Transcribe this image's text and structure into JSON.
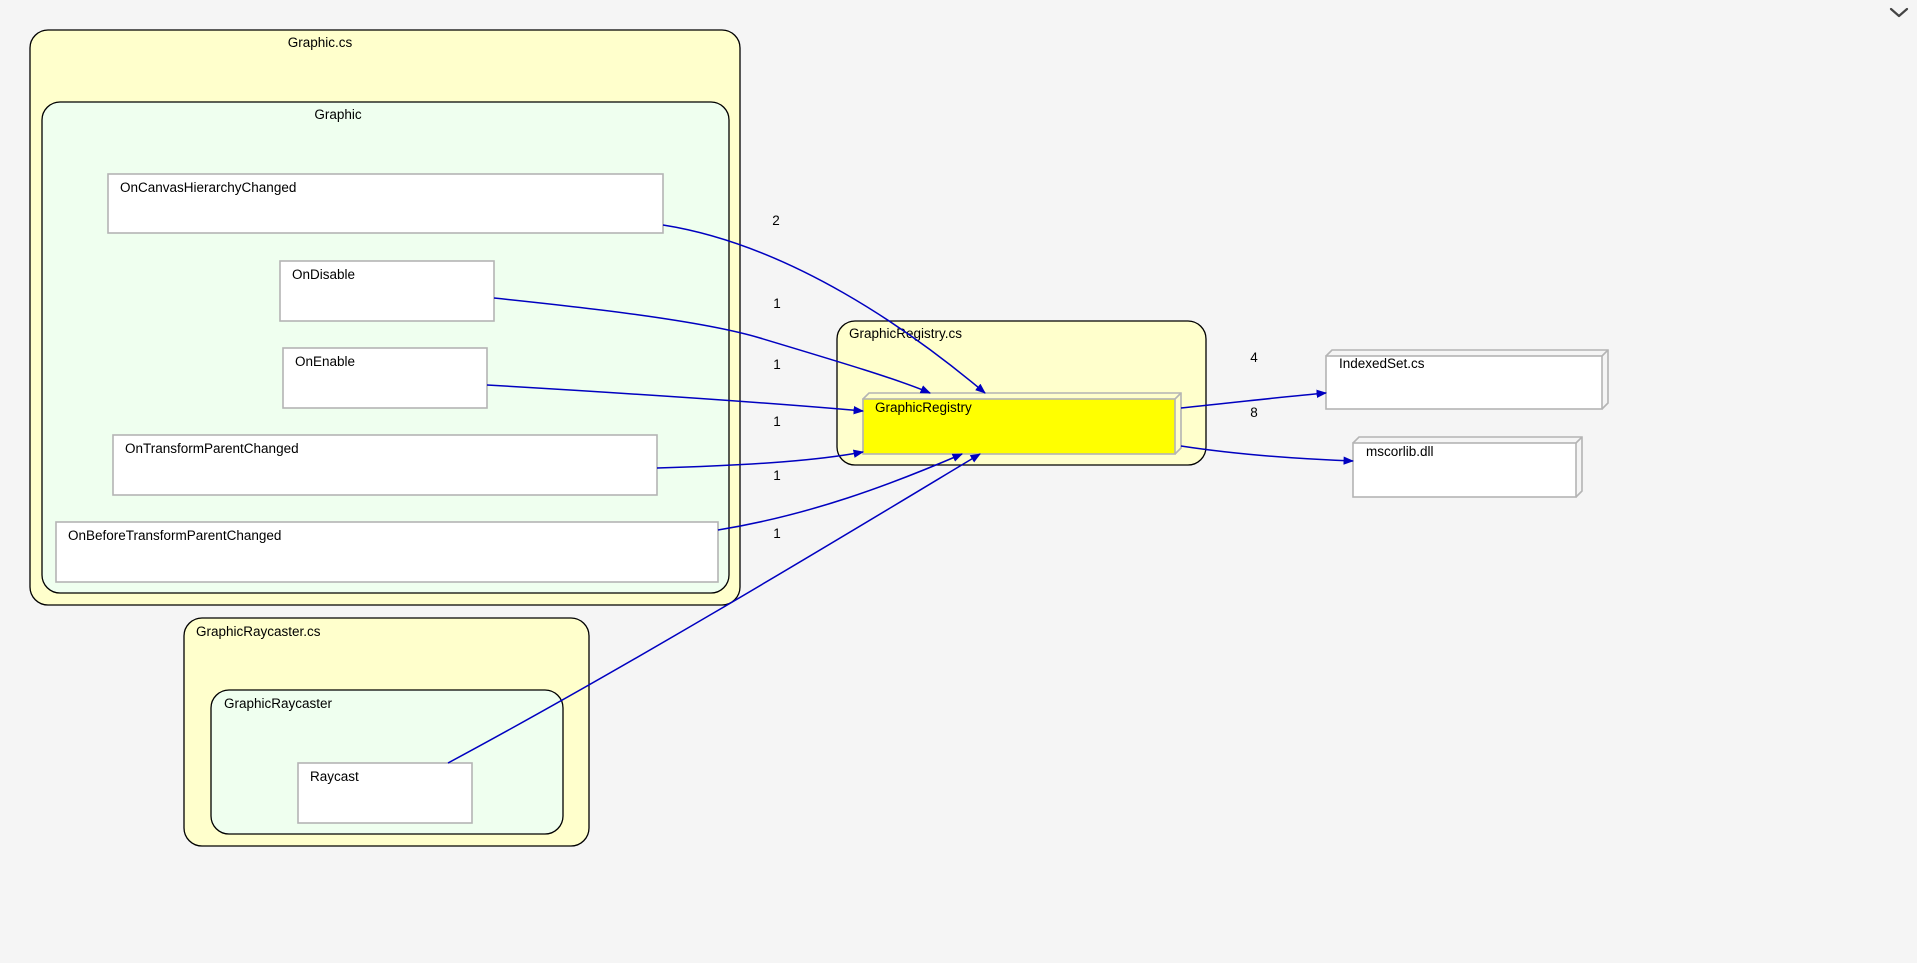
{
  "colors": {
    "background": "#f5f5f5",
    "file_fill": "#ffffcc",
    "class_fill": "#efffef",
    "member_fill": "#ffffff",
    "highlight_fill": "#ffff00",
    "edge": "#0000c0"
  },
  "icons": {
    "collapse": "chevron-down-icon"
  },
  "files": {
    "graphic_cs": "Graphic.cs",
    "graphic_raycaster_cs": "GraphicRaycaster.cs",
    "graphic_registry_cs": "GraphicRegistry.cs"
  },
  "classes": {
    "graphic": "Graphic",
    "graphic_raycaster": "GraphicRaycaster",
    "graphic_registry": "GraphicRegistry"
  },
  "members": {
    "on_canvas_hierarchy_changed": "OnCanvasHierarchyChanged",
    "on_disable": "OnDisable",
    "on_enable": "OnEnable",
    "on_transform_parent_changed": "OnTransformParentChanged",
    "on_before_transform_parent_changed": "OnBeforeTransformParentChanged",
    "raycast": "Raycast"
  },
  "externals": {
    "indexed_set": "IndexedSet.cs",
    "mscorlib": "mscorlib.dll"
  },
  "edge_labels": {
    "on_canvas_hierarchy_changed": "2",
    "on_disable": "1",
    "on_enable": "1",
    "on_transform_parent_changed": "1",
    "on_before_transform_parent_changed": "1",
    "raycast": "1",
    "indexed_set": "4",
    "mscorlib": "8"
  }
}
